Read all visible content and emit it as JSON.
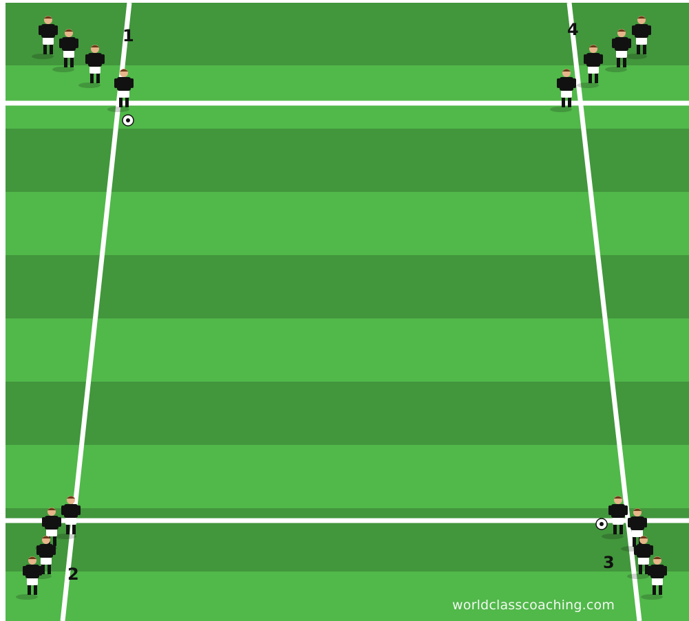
{
  "diagram": {
    "colors": {
      "grass_dark": "#42963c",
      "grass_light": "#51b84a",
      "line": "#ffffff",
      "jersey": "#111111",
      "shorts": "#ffffff",
      "skin": "#e8b48a",
      "hair": "#6b3a1a"
    },
    "corners": [
      {
        "label": "1"
      },
      {
        "label": "2"
      },
      {
        "label": "3"
      },
      {
        "label": "4"
      }
    ],
    "watermark": "worldclasscoaching.com"
  }
}
